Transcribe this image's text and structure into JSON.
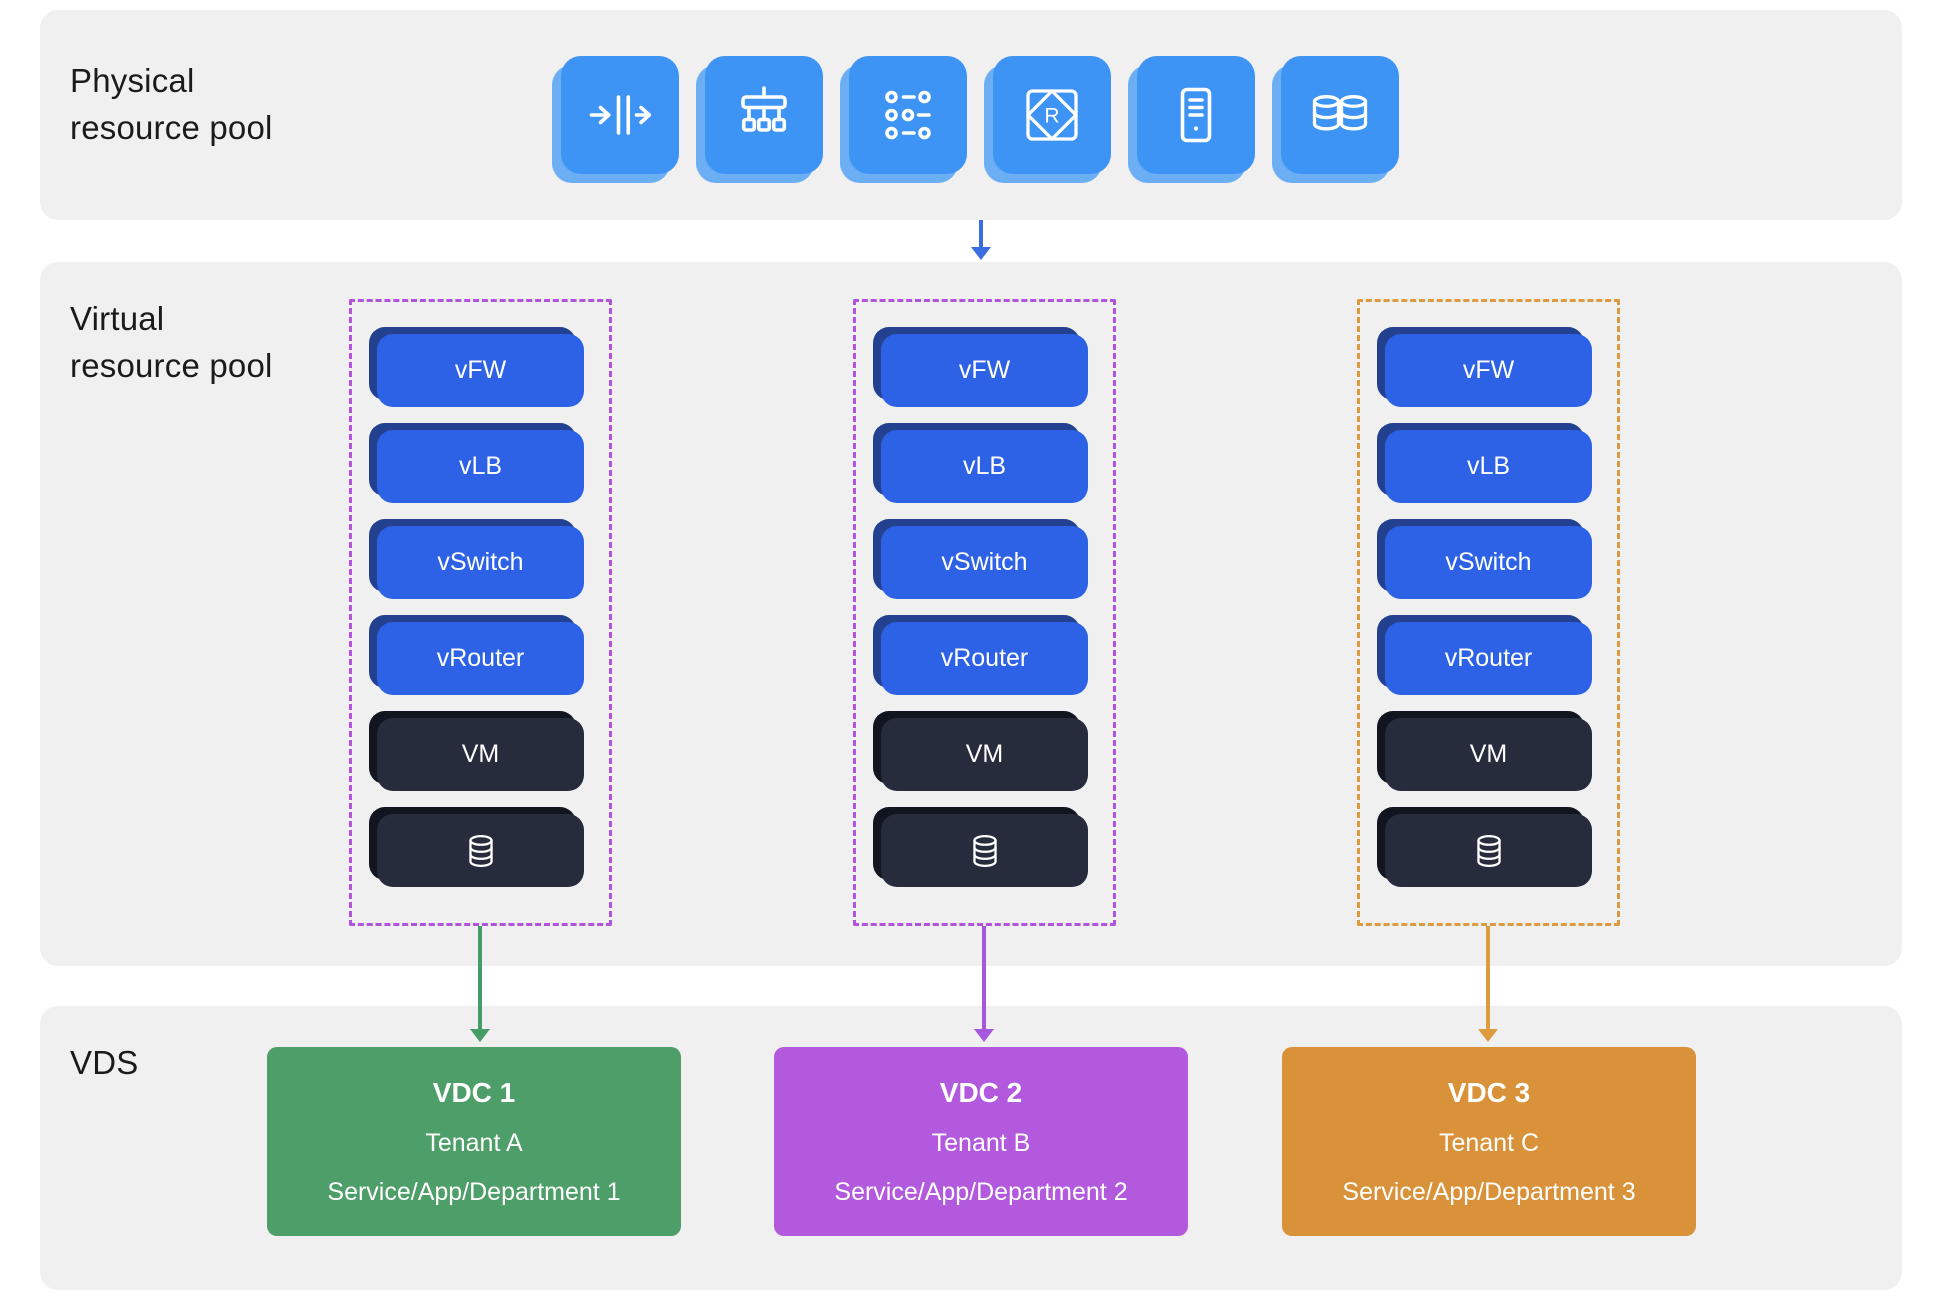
{
  "physical": {
    "label": "Physical resource pool",
    "router_letter": "R",
    "icons": [
      "firewall-icon",
      "switch-icon",
      "patch-panel-icon",
      "router-icon",
      "server-icon",
      "storage-icon"
    ]
  },
  "virtual": {
    "label": "Virtual resource pool",
    "columns": [
      {
        "accent": "#b153de",
        "items": [
          "vFW",
          "vLB",
          "vSwitch",
          "vRouter",
          "VM"
        ]
      },
      {
        "accent": "#b153de",
        "items": [
          "vFW",
          "vLB",
          "vSwitch",
          "vRouter",
          "VM"
        ]
      },
      {
        "accent": "#dd9a3e",
        "items": [
          "vFW",
          "vLB",
          "vSwitch",
          "vRouter",
          "VM"
        ]
      }
    ]
  },
  "vds": {
    "label": "VDS",
    "boxes": [
      {
        "title": "VDC 1",
        "tenant": "Tenant A",
        "service": "Service/App/Department 1",
        "color": "#4d9e68"
      },
      {
        "title": "VDC 2",
        "tenant": "Tenant B",
        "service": "Service/App/Department 2",
        "color": "#b259dd"
      },
      {
        "title": "VDC 3",
        "tenant": "Tenant C",
        "service": "Service/App/Department 3",
        "color": "#d9923a"
      }
    ]
  },
  "colors": {
    "panel_bg": "#f0f0f1",
    "tile_blue": "#3d94f4",
    "tile_blue_back": "#6caef4",
    "box_blue": "#2d62e6",
    "box_blue_back": "#24418f",
    "box_dark": "#262c3c",
    "box_dark_back": "#10151f",
    "dashed_purple": "#b153de",
    "dashed_orange": "#dd9a3e",
    "arrow_blue": "#3a6ee0",
    "arrow_green": "#459d66",
    "arrow_purple": "#a757dd",
    "arrow_orange": "#dd9a3e"
  }
}
